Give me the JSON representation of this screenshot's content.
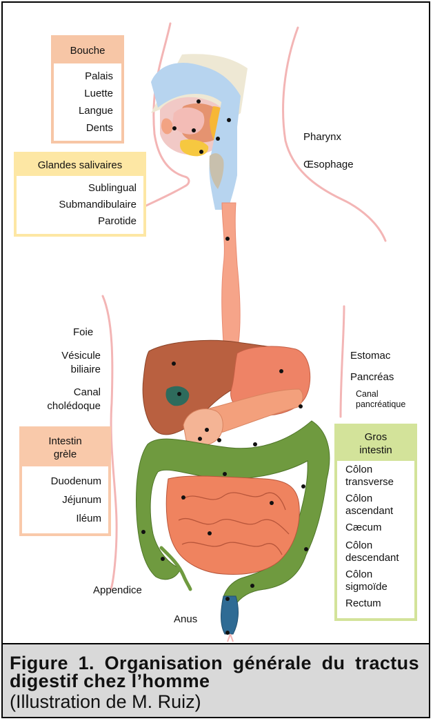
{
  "boxes": {
    "bouche": {
      "title": "Bouche",
      "items": [
        "Palais",
        "Luette",
        "Langue",
        "Dents"
      ]
    },
    "glandes": {
      "title": "Glandes salivaires",
      "items": [
        "Sublingual",
        "Submandibulaire",
        "Parotide"
      ]
    },
    "intestin_grele": {
      "title": "Intestin grèle",
      "items": [
        "Duodenum",
        "Jéjunum",
        "Iléum"
      ]
    },
    "gros_intestin": {
      "title": "Gros intestin",
      "items": [
        "Côlon transverse",
        "Côlon ascendant",
        "Cæcum",
        "Côlon descendant",
        "Côlon sigmoïde",
        "Rectum"
      ]
    }
  },
  "labels": {
    "pharynx": "Pharynx",
    "oesophage": "Œsophage",
    "foie": "Foie",
    "vesicule": "Vésicule biliaire",
    "canal_choledoque": "Canal cholédoque",
    "estomac": "Estomac",
    "pancreas": "Pancréas",
    "canal_pancreatique": "Canal pancréatique",
    "appendice": "Appendice",
    "anus": "Anus"
  },
  "caption": {
    "title": "Figure 1. Organisation générale du tractus digestif chez l’homme",
    "credit": "(Illustration de M. Ruiz)"
  },
  "colors": {
    "bouche": "#f7c6a6",
    "glandes": "#fde7a4",
    "intestin_grele": "#f9c9aa",
    "gros_intestin": "#d3e39a",
    "caption_bg": "#d9d9d9"
  }
}
